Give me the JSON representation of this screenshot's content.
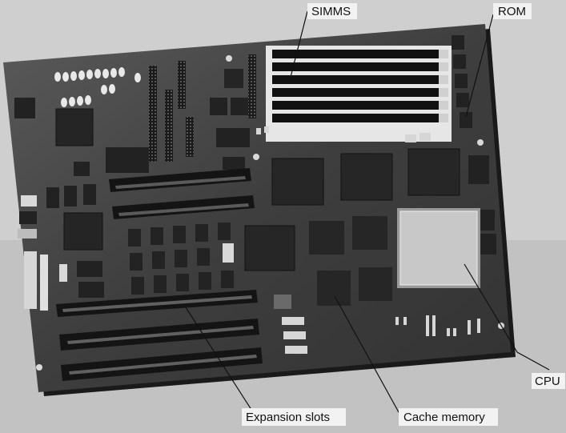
{
  "labels": {
    "simms": "SIMMS",
    "rom": "ROM",
    "cpu": "CPU",
    "expansion_slots": "Expansion slots",
    "cache_memory": "Cache memory"
  },
  "colors": {
    "background": "#c9c9c9",
    "board": "#3c3c3c",
    "chip": "#262626",
    "slot": "#141414",
    "cpu": "#c8c8c8",
    "leader_line": "#111111"
  }
}
